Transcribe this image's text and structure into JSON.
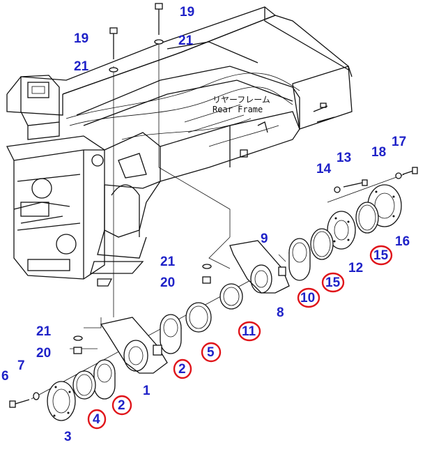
{
  "frame_label": {
    "jp": "リヤーフレーム",
    "en": "Rear Frame"
  },
  "colors": {
    "callout": "#1f22c8",
    "highlight": "#e0141a",
    "line": "#111111"
  },
  "callouts": {
    "c19a": "19",
    "c19b": "19",
    "c21a": "21",
    "c21b": "21",
    "c21c": "21",
    "c21d": "21",
    "c20a": "20",
    "c20b": "20",
    "c13": "13",
    "c14": "14",
    "c17": "17",
    "c18": "18",
    "c16": "16",
    "c15a": "15",
    "c15b": "15",
    "c12": "12",
    "c10": "10",
    "c9": "9",
    "c8": "8",
    "c11": "11",
    "c5": "5",
    "c2a": "2",
    "c2b": "2",
    "c1": "1",
    "c4": "4",
    "c3": "3",
    "c6": "6",
    "c7": "7"
  }
}
